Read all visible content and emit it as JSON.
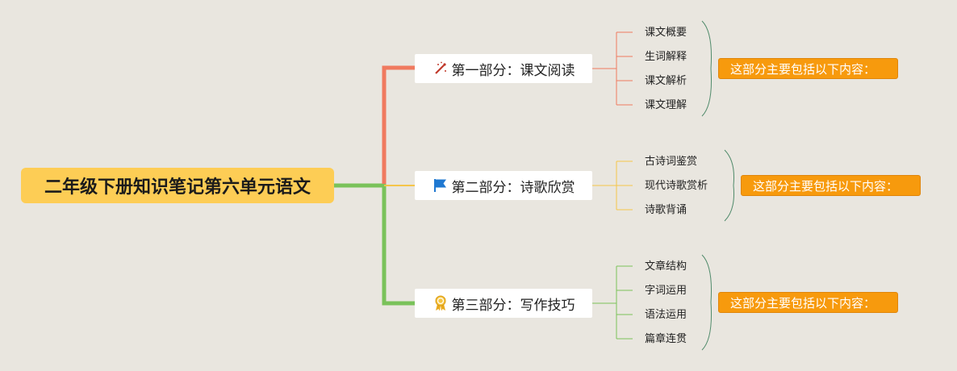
{
  "root": {
    "title": "二年级下册知识笔记第六单元语文"
  },
  "branches": [
    {
      "label": "第一部分：课文阅读",
      "icon": "magic-wand-icon",
      "color": "#f07a5f",
      "items": [
        "课文概要",
        "生词解释",
        "课文解析",
        "课文理解"
      ],
      "summary": "这部分主要包括以下内容："
    },
    {
      "label": "第二部分：诗歌欣赏",
      "icon": "flag-icon",
      "color": "#f5c54a",
      "items": [
        "古诗词鉴赏",
        "现代诗歌赏析",
        "诗歌背诵"
      ],
      "summary": "这部分主要包括以下内容："
    },
    {
      "label": "第三部分：写作技巧",
      "icon": "award-ribbon-icon",
      "color": "#7ac25a",
      "items": [
        "文章结构",
        "字词运用",
        "语法运用",
        "篇章连贯"
      ],
      "summary": "这部分主要包括以下内容："
    }
  ],
  "colors": {
    "background": "#e9e6df",
    "root": "#fdcd55",
    "summary": "#f79a0d",
    "brace": "#4f8a6a"
  }
}
